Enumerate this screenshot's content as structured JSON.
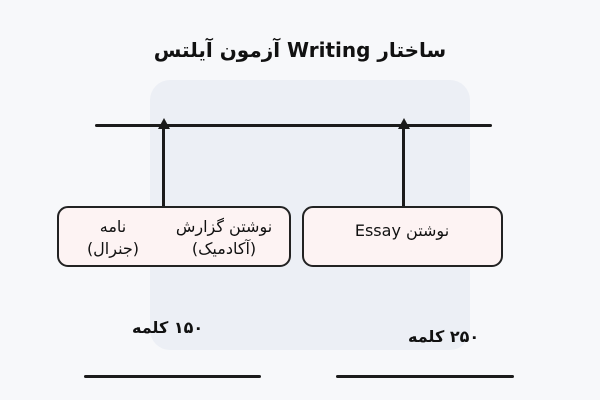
{
  "title": "ساختار Writing آزمون آیلتس",
  "boxes": {
    "left": {
      "academic": [
        "نوشتن گزارش",
        "(آکادمیک)"
      ],
      "general": [
        "نامه",
        "(جنرال)"
      ]
    },
    "right": {
      "label": "نوشتن  Essay"
    }
  },
  "counts": {
    "left": "۱۵۰ کلمه",
    "right": "۲۵۰ کلمه"
  },
  "colors": {
    "box_fill": "#fdf3f3",
    "line": "#1b1b1b",
    "background": "#f7f8fa"
  }
}
